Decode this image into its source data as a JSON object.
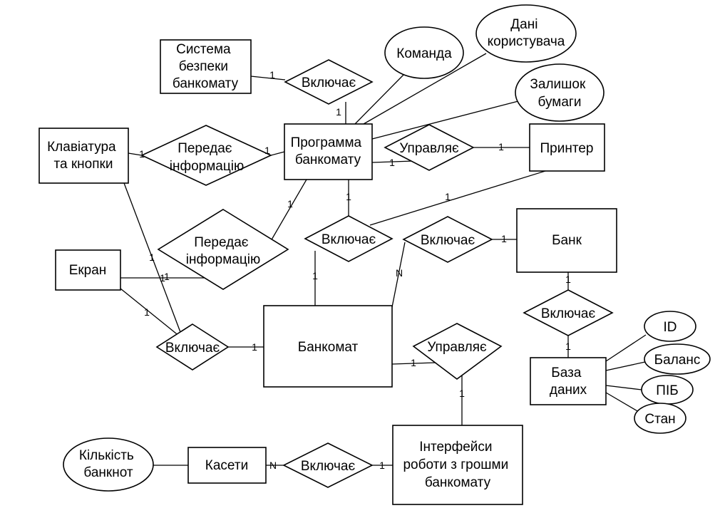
{
  "entities": {
    "security": [
      "Система",
      "безпеки",
      "банкомату"
    ],
    "program": [
      "Программа",
      "банкомату"
    ],
    "keyboard": [
      "Клавіатура",
      "та кнопки"
    ],
    "printer": [
      "Принтер"
    ],
    "screen": [
      "Екран"
    ],
    "bank": [
      "Банк"
    ],
    "atm": [
      "Банкомат"
    ],
    "database": [
      "База",
      "даних"
    ],
    "cassettes": [
      "Касети"
    ],
    "interfaces": [
      "Інтерфейси",
      "роботи з грошми",
      "банкомату"
    ]
  },
  "relationships": {
    "includes_security": [
      "Включає"
    ],
    "transfers_keyboard": [
      "Передає",
      "інформацію"
    ],
    "manages_printer": [
      "Управляє"
    ],
    "transfers_screen": [
      "Передає",
      "інформацію"
    ],
    "includes_program": [
      "Включає"
    ],
    "includes_bank": [
      "Включає"
    ],
    "includes_database": [
      "Включає"
    ],
    "includes_atm": [
      "Включає"
    ],
    "manages_interfaces": [
      "Управляє"
    ],
    "includes_cassettes": [
      "Включає"
    ]
  },
  "attributes": {
    "command": [
      "Команда"
    ],
    "user_data": [
      "Дані",
      "користувача"
    ],
    "paper_left": [
      "Залишок",
      "бумаги"
    ],
    "id": [
      "ID"
    ],
    "balance": [
      "Баланс"
    ],
    "full_name": [
      "ПІБ"
    ],
    "state": [
      "Стан"
    ],
    "banknote_count": [
      "Кількість",
      "банкнот"
    ]
  },
  "cardinalities": {
    "c1": "1",
    "c2": "1",
    "c3": "1",
    "c4": "1",
    "c5": "1",
    "c6": "1",
    "c7": "1",
    "c8": "1",
    "c9": "1",
    "c10": "1",
    "c11": "1",
    "c12": "1",
    "c13": "1",
    "c14": "1",
    "c15": "N",
    "c16": "1",
    "c17": "1",
    "c18": "1",
    "c19": "1",
    "c20": "1",
    "c21": "1",
    "c22": "N",
    "c23": "1"
  }
}
